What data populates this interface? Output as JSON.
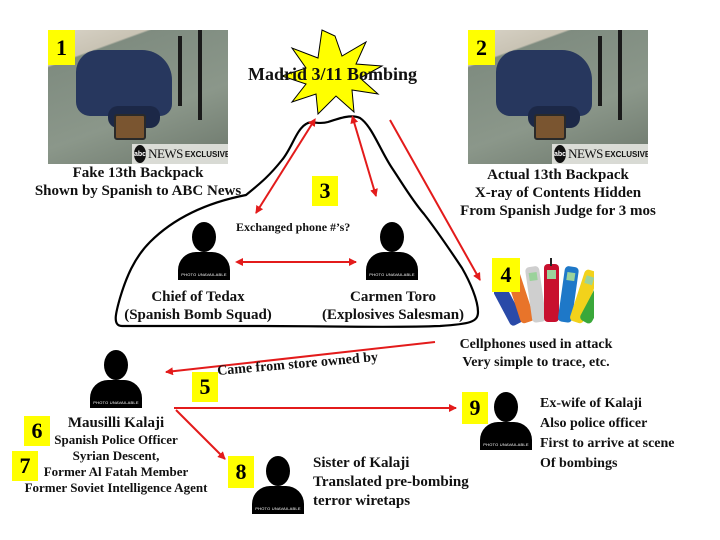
{
  "title": "Madrid 3/11 Bombing",
  "colors": {
    "badge": "#ffff00",
    "arrow": "#e31b1b",
    "burst": "#ffff00",
    "outline": "#000000"
  },
  "photo_overlay": {
    "logo": "abc",
    "news": "NEWS",
    "exclusive": "EXCLUSIVE"
  },
  "person_placeholder_label": "PHOTO UNAVAILABLE",
  "nodes": [
    {
      "id": "1",
      "badge": "1",
      "lines": [
        "Fake 13th Backpack",
        "Shown by Spanish to ABC News"
      ]
    },
    {
      "id": "2",
      "badge": "2",
      "lines": [
        "Actual 13th Backpack",
        "X-ray of Contents Hidden",
        "From Spanish Judge for 3 mos"
      ]
    },
    {
      "id": "3",
      "badge": "3",
      "label": "Exchanged phone #’s?"
    },
    {
      "id": "tedax",
      "lines": [
        "Chief of Tedax",
        "(Spanish Bomb Squad)"
      ]
    },
    {
      "id": "toro",
      "lines": [
        "Carmen Toro",
        "(Explosives Salesman)"
      ]
    },
    {
      "id": "4",
      "badge": "4",
      "lines": [
        "Cellphones used in attack",
        "Very simple to trace, etc."
      ]
    },
    {
      "id": "5",
      "badge": "5",
      "label": "Came from store owned by"
    },
    {
      "id": "kalaji",
      "badges": [
        "6",
        "7"
      ],
      "lines": [
        "Mausilli Kalaji",
        "Spanish Police Officer",
        "Syrian Descent,",
        "Former Al Fatah Member",
        "Former Soviet Intelligence Agent"
      ]
    },
    {
      "id": "8",
      "badge": "8",
      "lines": [
        "Sister of Kalaji",
        "Translated pre-bombing",
        "terror wiretaps"
      ]
    },
    {
      "id": "9",
      "badge": "9",
      "lines": [
        "Ex-wife of Kalaji",
        "Also police officer",
        "First to arrive at scene",
        "Of bombings"
      ]
    }
  ]
}
